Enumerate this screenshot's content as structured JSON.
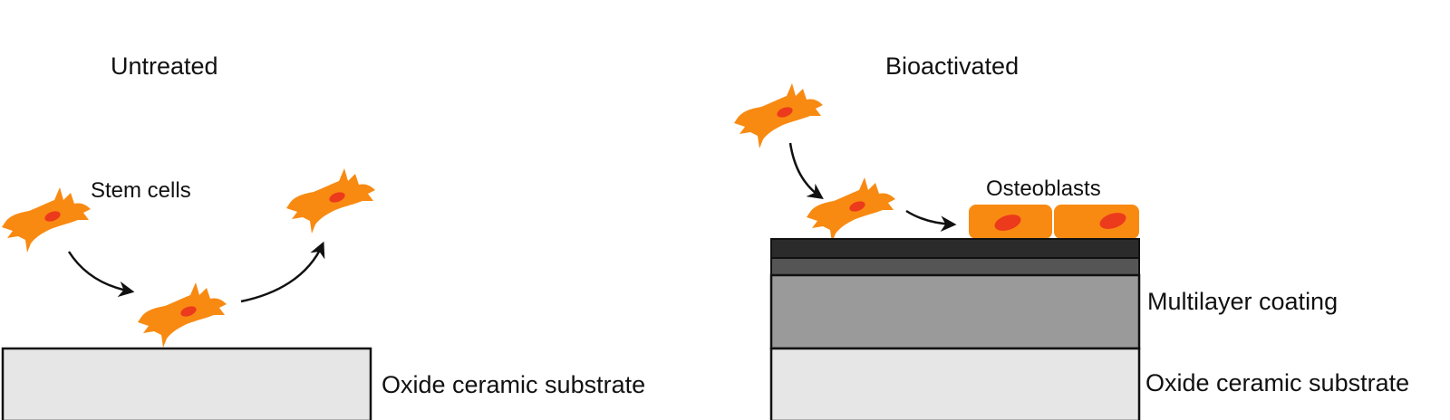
{
  "panels": {
    "untreated": {
      "title": "Untreated",
      "cells_label": "Stem cells",
      "substrate_label": "Oxide ceramic substrate"
    },
    "bioactivated": {
      "title": "Bioactivated",
      "osteoblasts_label": "Osteoblasts",
      "coating_label": "Multilayer coating",
      "substrate_label": "Oxide ceramic substrate"
    }
  },
  "colors": {
    "cell": "#f88a12",
    "nucleus": "#ec3a1c",
    "substrate": "#e6e6e6",
    "coating": "#9a9a9a",
    "layer_dark": "#2b2b2b",
    "layer_mid": "#555555"
  }
}
